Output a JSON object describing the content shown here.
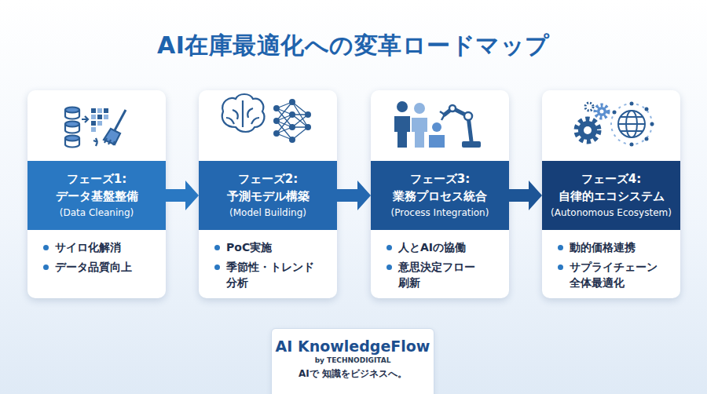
{
  "diagram": {
    "title": "AI在庫最適化への変革ロードマップ",
    "nodes": [
      {
        "text": [
          "サイロ化解消",
          "データ品質向上"
        ]
      },
      {
        "text": [
          "フェーズ1:",
          "データ基盤整備",
          "(Data Cleaning)"
        ],
        "in": 0
      },
      {
        "text": [
          "PoC実施",
          "季節性・トレンド分析"
        ]
      },
      {
        "text": [
          "フェーズ2:",
          "予測モデル構築",
          "(Model Building)"
        ],
        "in": 2
      },
      {
        "text": [
          "人とAIの協働",
          "意思決定フロー刷新"
        ]
      },
      {
        "text": [
          "フェーズ3:",
          "業務プロセス統合",
          "(Process Integration)"
        ],
        "in": 4
      },
      {
        "text": [
          "動的価格連携",
          "サプライチェーン全体最適化"
        ]
      },
      {
        "text": [
          "フェーズ4:",
          "自律的エコシステム",
          "(Autonomous Ecosystem)"
        ],
        "in": 6
      },
      {
        "text": [
          "AI KnowledgeFlow",
          "by TECHNODIGITAL",
          "AIで 知識をビジネスへ。"
        ]
      }
    ],
    "edges": [
      {
        "from": 1,
        "to": 3,
        "arrow": "to"
      },
      {
        "from": 3,
        "to": 5,
        "arrow": "to"
      },
      {
        "from": 5,
        "to": 7,
        "arrow": "to"
      }
    ]
  }
}
